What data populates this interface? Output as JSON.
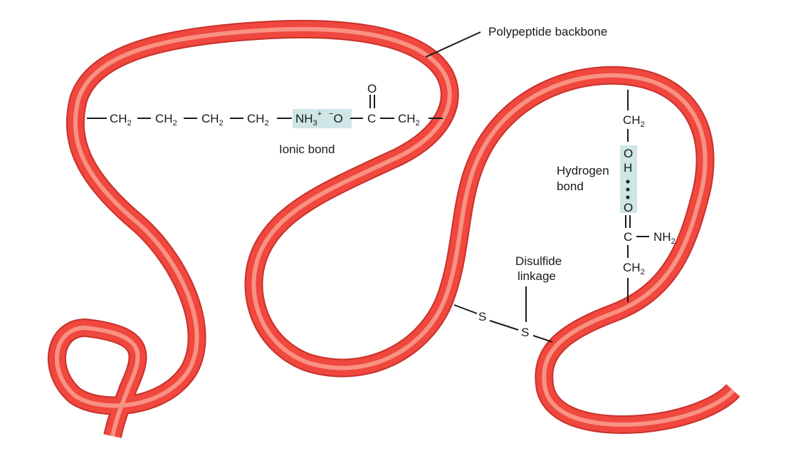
{
  "labels": {
    "backbone": "Polypeptide backbone",
    "ionic": "Ionic bond",
    "hydrogen_line1": "Hydrogen",
    "hydrogen_line2": "bond",
    "disulfide_line1": "Disulfide",
    "disulfide_line2": "linkage"
  },
  "ionic_chain": {
    "ch": "CH",
    "sub2": "2",
    "nh": "NH",
    "sub3": "3",
    "plus": "+",
    "minus": "−",
    "o": "O",
    "c": "C",
    "carbonyl_o": "O"
  },
  "hbond_chain": {
    "ch": "CH",
    "sub2": "2",
    "o": "O",
    "h": "H",
    "o2": "O",
    "c": "C",
    "nh": "NH",
    "nh_sub": "2"
  },
  "disulfide": {
    "s1": "S",
    "s2": "S"
  },
  "colors": {
    "tube": "#f0473e",
    "tube_highlight": "#f9a08f",
    "tube_edge": "#c8322b",
    "bond_highlight": "#cfe6e6"
  }
}
